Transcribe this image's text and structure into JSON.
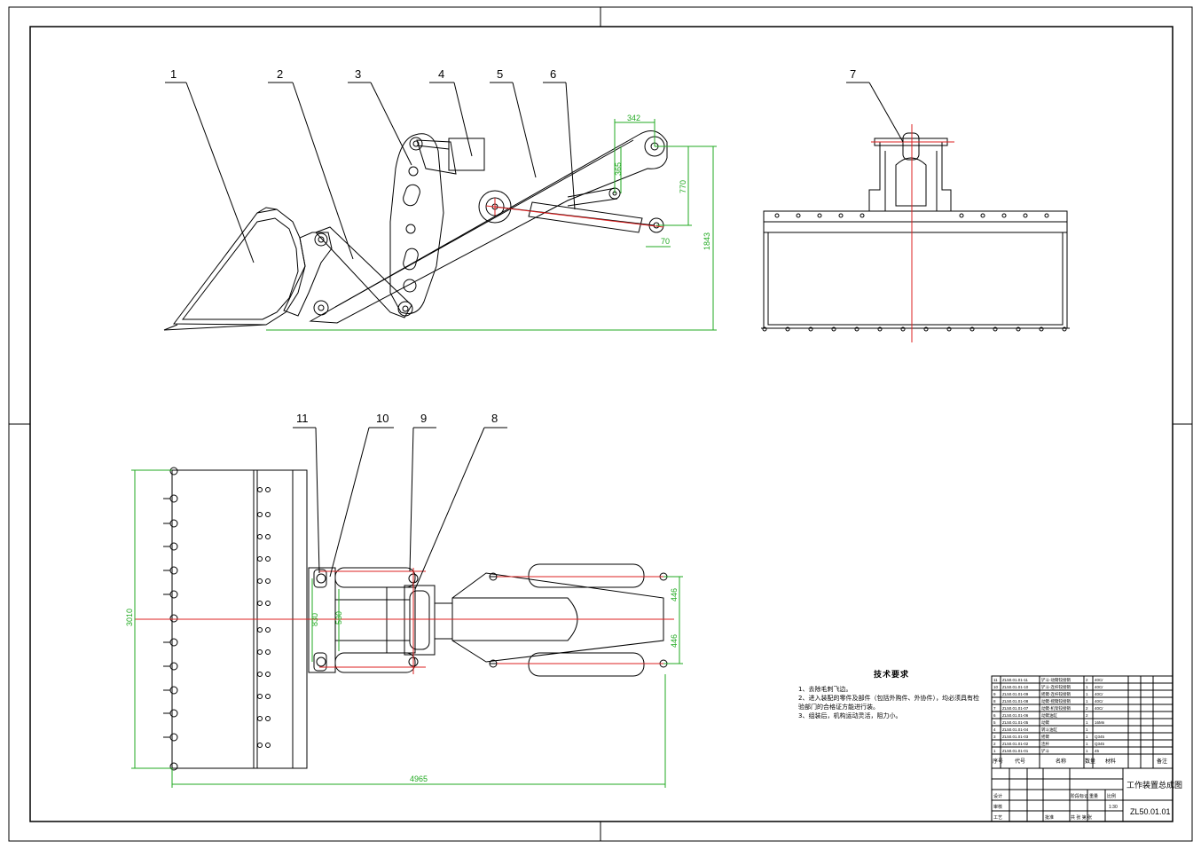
{
  "callouts": [
    "1",
    "2",
    "3",
    "4",
    "5",
    "6",
    "7",
    "8",
    "9",
    "10",
    "11"
  ],
  "dimensions": {
    "side_342": "342",
    "side_365": "365",
    "side_770": "770",
    "side_70": "70",
    "side_1843": "1843",
    "plan_3010": "3010",
    "plan_4965": "4965",
    "plan_446_top": "446",
    "plan_446_bottom": "446",
    "plan_830": "830",
    "plan_530": "530"
  },
  "tech_notes": {
    "title": "技术要求",
    "items": [
      "1、去除毛刺飞边。",
      "2、进入装配的零件及部件（包括外购件、外协件），均必须具有检验部门的合格证方能进行装。",
      "3、组装后，机构运动灵活，阻力小。"
    ]
  },
  "title_block": {
    "drawing_title": "工作装置总成图",
    "drawing_number": "ZL50.01.01",
    "scale": "1:30",
    "header": {
      "no": "序号",
      "code": "代号",
      "name": "名称",
      "qty": "数量",
      "material": "材料",
      "remark": "备注"
    },
    "rows": [
      {
        "no": "11",
        "code": "ZL50.01.01-11",
        "name": "铲斗-动臂铰接销",
        "qty": "2",
        "material": "40Cr"
      },
      {
        "no": "10",
        "code": "ZL50.01.01-10",
        "name": "铲斗-连杆铰接销",
        "qty": "1",
        "material": "40Cr"
      },
      {
        "no": "9",
        "code": "ZL50.01.01-09",
        "name": "摇臂-连杆铰接销",
        "qty": "1",
        "material": "40Cr"
      },
      {
        "no": "8",
        "code": "ZL50.01.01-08",
        "name": "动臂-摇臂铰接销",
        "qty": "1",
        "material": "40Cr"
      },
      {
        "no": "7",
        "code": "ZL50.01.01-07",
        "name": "动臂-机架铰接销",
        "qty": "2",
        "material": "40Cr"
      },
      {
        "no": "6",
        "code": "ZL50.01.01-06",
        "name": "动臂油缸",
        "qty": "2",
        "material": ""
      },
      {
        "no": "5",
        "code": "ZL50.01.01-05",
        "name": "动臂",
        "qty": "1",
        "material": "16Mn"
      },
      {
        "no": "4",
        "code": "ZL50.01.01-04",
        "name": "转斗油缸",
        "qty": "1",
        "material": ""
      },
      {
        "no": "3",
        "code": "ZL50.01.01-03",
        "name": "摇臂",
        "qty": "1",
        "material": "Q345"
      },
      {
        "no": "2",
        "code": "ZL50.01.01-02",
        "name": "连杆",
        "qty": "1",
        "material": "Q345"
      },
      {
        "no": "1",
        "code": "ZL50.01.01-01",
        "name": "铲斗",
        "qty": "1",
        "material": "45"
      }
    ],
    "sign": {
      "designer": "设计",
      "checker": "审核",
      "craft": "工艺",
      "approve": "批准",
      "stage": "阶段标记",
      "weight": "重量",
      "scale_label": "比例",
      "sheet": "共 张 第 张"
    }
  }
}
